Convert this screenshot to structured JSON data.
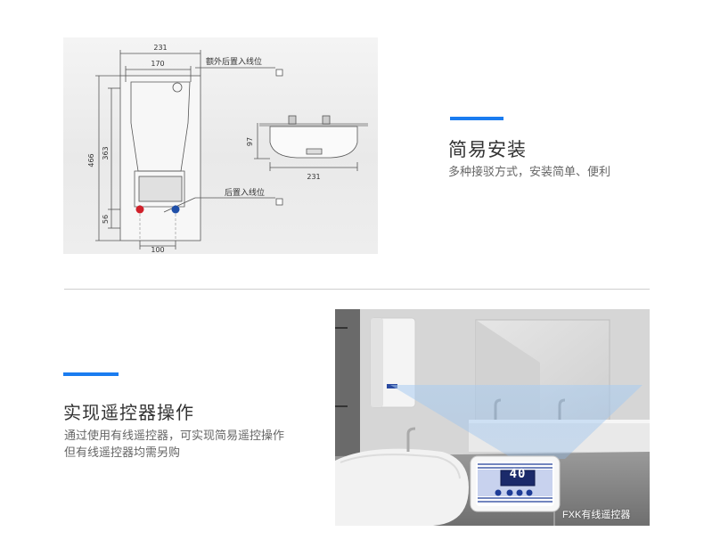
{
  "diagram": {
    "dim_top_outer": "231",
    "dim_top_inner": "170",
    "dim_left_outer": "466",
    "dim_left_inner": "363",
    "dim_left_bottom": "56",
    "dim_bottom": "100",
    "side_height": "97",
    "side_width": "231",
    "label_extra_rear_entry": "额外后置入线位",
    "label_rear_entry": "后置入线位",
    "colors": {
      "hot_pipe": "#d0202a",
      "cold_pipe": "#1f4fa8"
    }
  },
  "feature_easy_install": {
    "title": "简易安装",
    "description": "多种接驳方式，安装简单、便利",
    "accent": "#1a7cf0"
  },
  "feature_remote": {
    "title": "实现遥控器操作",
    "description_line1": "通过使用有线遥控器，可实现简易遥控操作",
    "description_line2": "但有线遥控器均需另购",
    "accent": "#1a7cf0"
  },
  "photo": {
    "remote_display": "40",
    "caption": "FXK有线遥控器"
  }
}
